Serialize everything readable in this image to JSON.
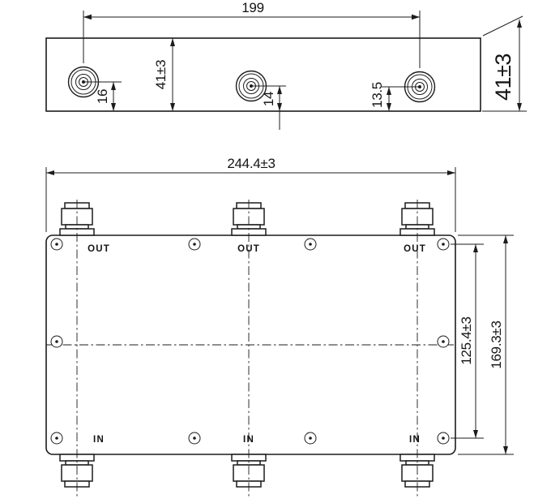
{
  "side_view": {
    "port_span": "199",
    "body_height": "41±3",
    "port1_offset": "16",
    "port2_offset": "14",
    "port3_offset": "13.5",
    "end_height": "41±3"
  },
  "plan_view": {
    "overall_width": "244.4±3",
    "mount_hole_span": "125.4±3",
    "overall_depth": "169.3±3",
    "top_port_labels": [
      "OUT",
      "OUT",
      "OUT"
    ],
    "bottom_port_labels": [
      "IN",
      "IN",
      "IN"
    ]
  },
  "colors": {
    "line": "#1c1c1c",
    "background": "#ffffff",
    "text": "#141414"
  }
}
